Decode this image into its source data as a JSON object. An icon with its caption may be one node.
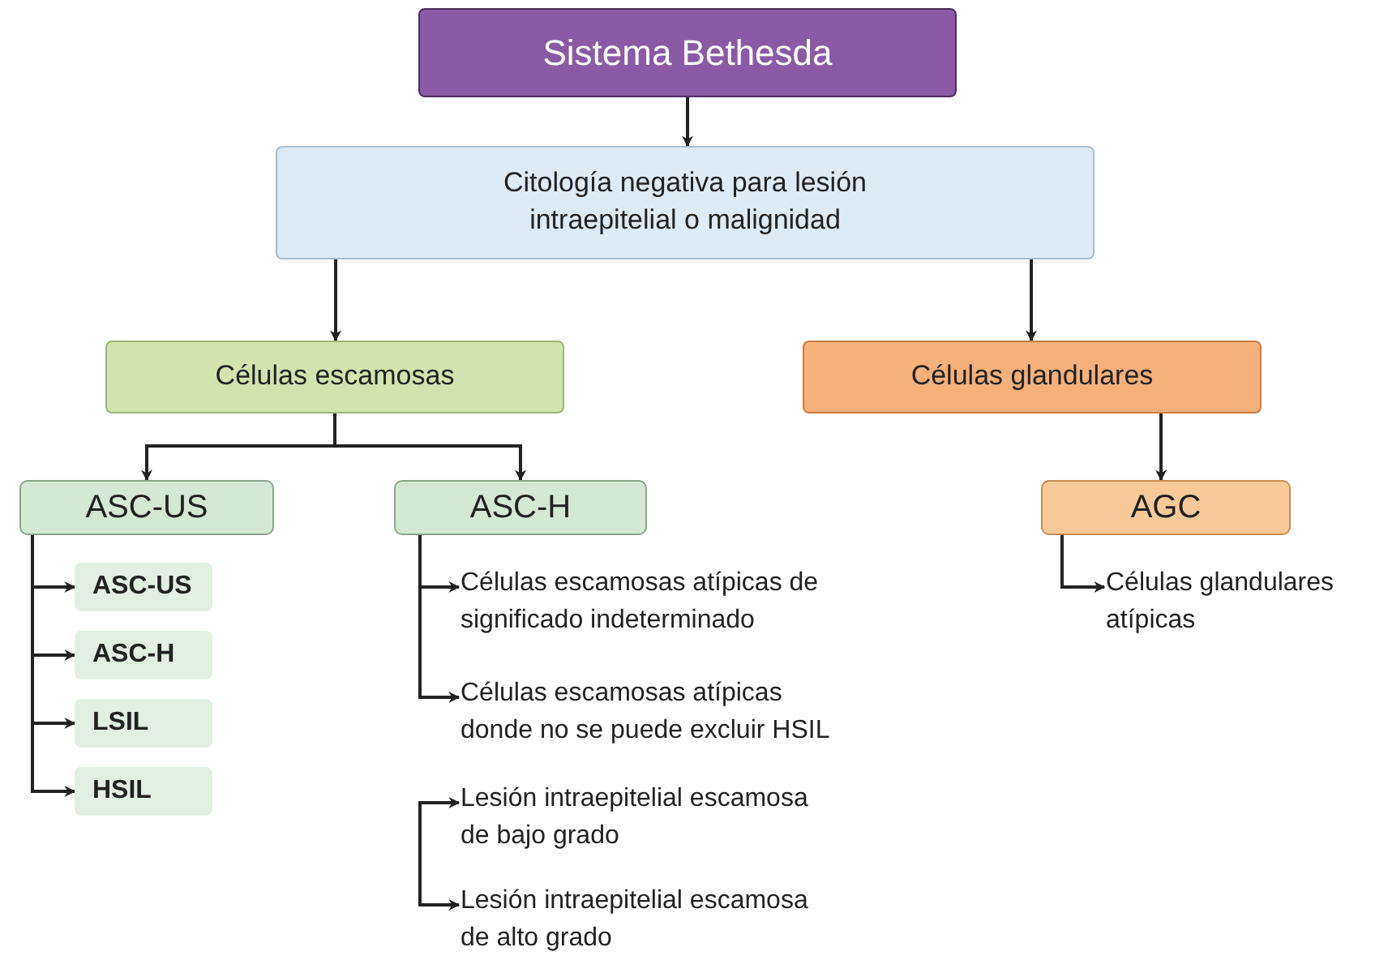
{
  "diagram": {
    "nodes": [
      {
        "text": [
          "Sistema Bethesda"
        ]
      },
      {
        "text": [
          "Citología negativa para lesión intraepitelial o malignidad"
        ]
      },
      {
        "text": [
          "Células escamosas"
        ]
      },
      {
        "text": [
          "Células glandulares"
        ]
      },
      {
        "text": [
          "ASC-US"
        ]
      },
      {
        "text": [
          "ASC-H"
        ]
      },
      {
        "text": [
          "AGC"
        ]
      },
      {
        "text": [
          "ASC-US"
        ]
      },
      {
        "text": [
          "ASC-H"
        ]
      },
      {
        "text": [
          "LSIL"
        ]
      },
      {
        "text": [
          "HSIL"
        ]
      },
      {
        "text": [
          "Células escamosas atípicas de significado indeterminado"
        ]
      },
      {
        "text": [
          "Células escamosas atípicas donde no se puede excluir HSIL"
        ]
      },
      {
        "text": [
          "Lesión intraepitelial escamosa de bajo grado"
        ]
      },
      {
        "text": [
          "Lesión intraepitelial escamosa de alto grado"
        ]
      },
      {
        "text": [
          "Células glandulares atípicas"
        ]
      }
    ],
    "edges": [
      {
        "from": 0,
        "to": 1,
        "arrow": "to"
      },
      {
        "from": 1,
        "to": 2,
        "arrow": "to"
      },
      {
        "from": 1,
        "to": 3,
        "arrow": "to"
      },
      {
        "from": 2,
        "to": 4,
        "arrow": "to"
      },
      {
        "from": 2,
        "to": 5,
        "arrow": "to"
      },
      {
        "from": 3,
        "to": 6,
        "arrow": "to"
      },
      {
        "from": 4,
        "to": 7,
        "arrow": "to"
      },
      {
        "from": 4,
        "to": 8,
        "arrow": "to"
      },
      {
        "from": 4,
        "to": 9,
        "arrow": "to"
      },
      {
        "from": 4,
        "to": 10,
        "arrow": "to"
      },
      {
        "from": 5,
        "to": 11,
        "arrow": "to"
      },
      {
        "from": 5,
        "to": 12,
        "arrow": "to"
      },
      {
        "from": null,
        "to": 13,
        "arrow": "to"
      },
      {
        "from": null,
        "to": 14,
        "arrow": "to"
      },
      {
        "from": 6,
        "to": 15,
        "arrow": "to"
      }
    ]
  }
}
